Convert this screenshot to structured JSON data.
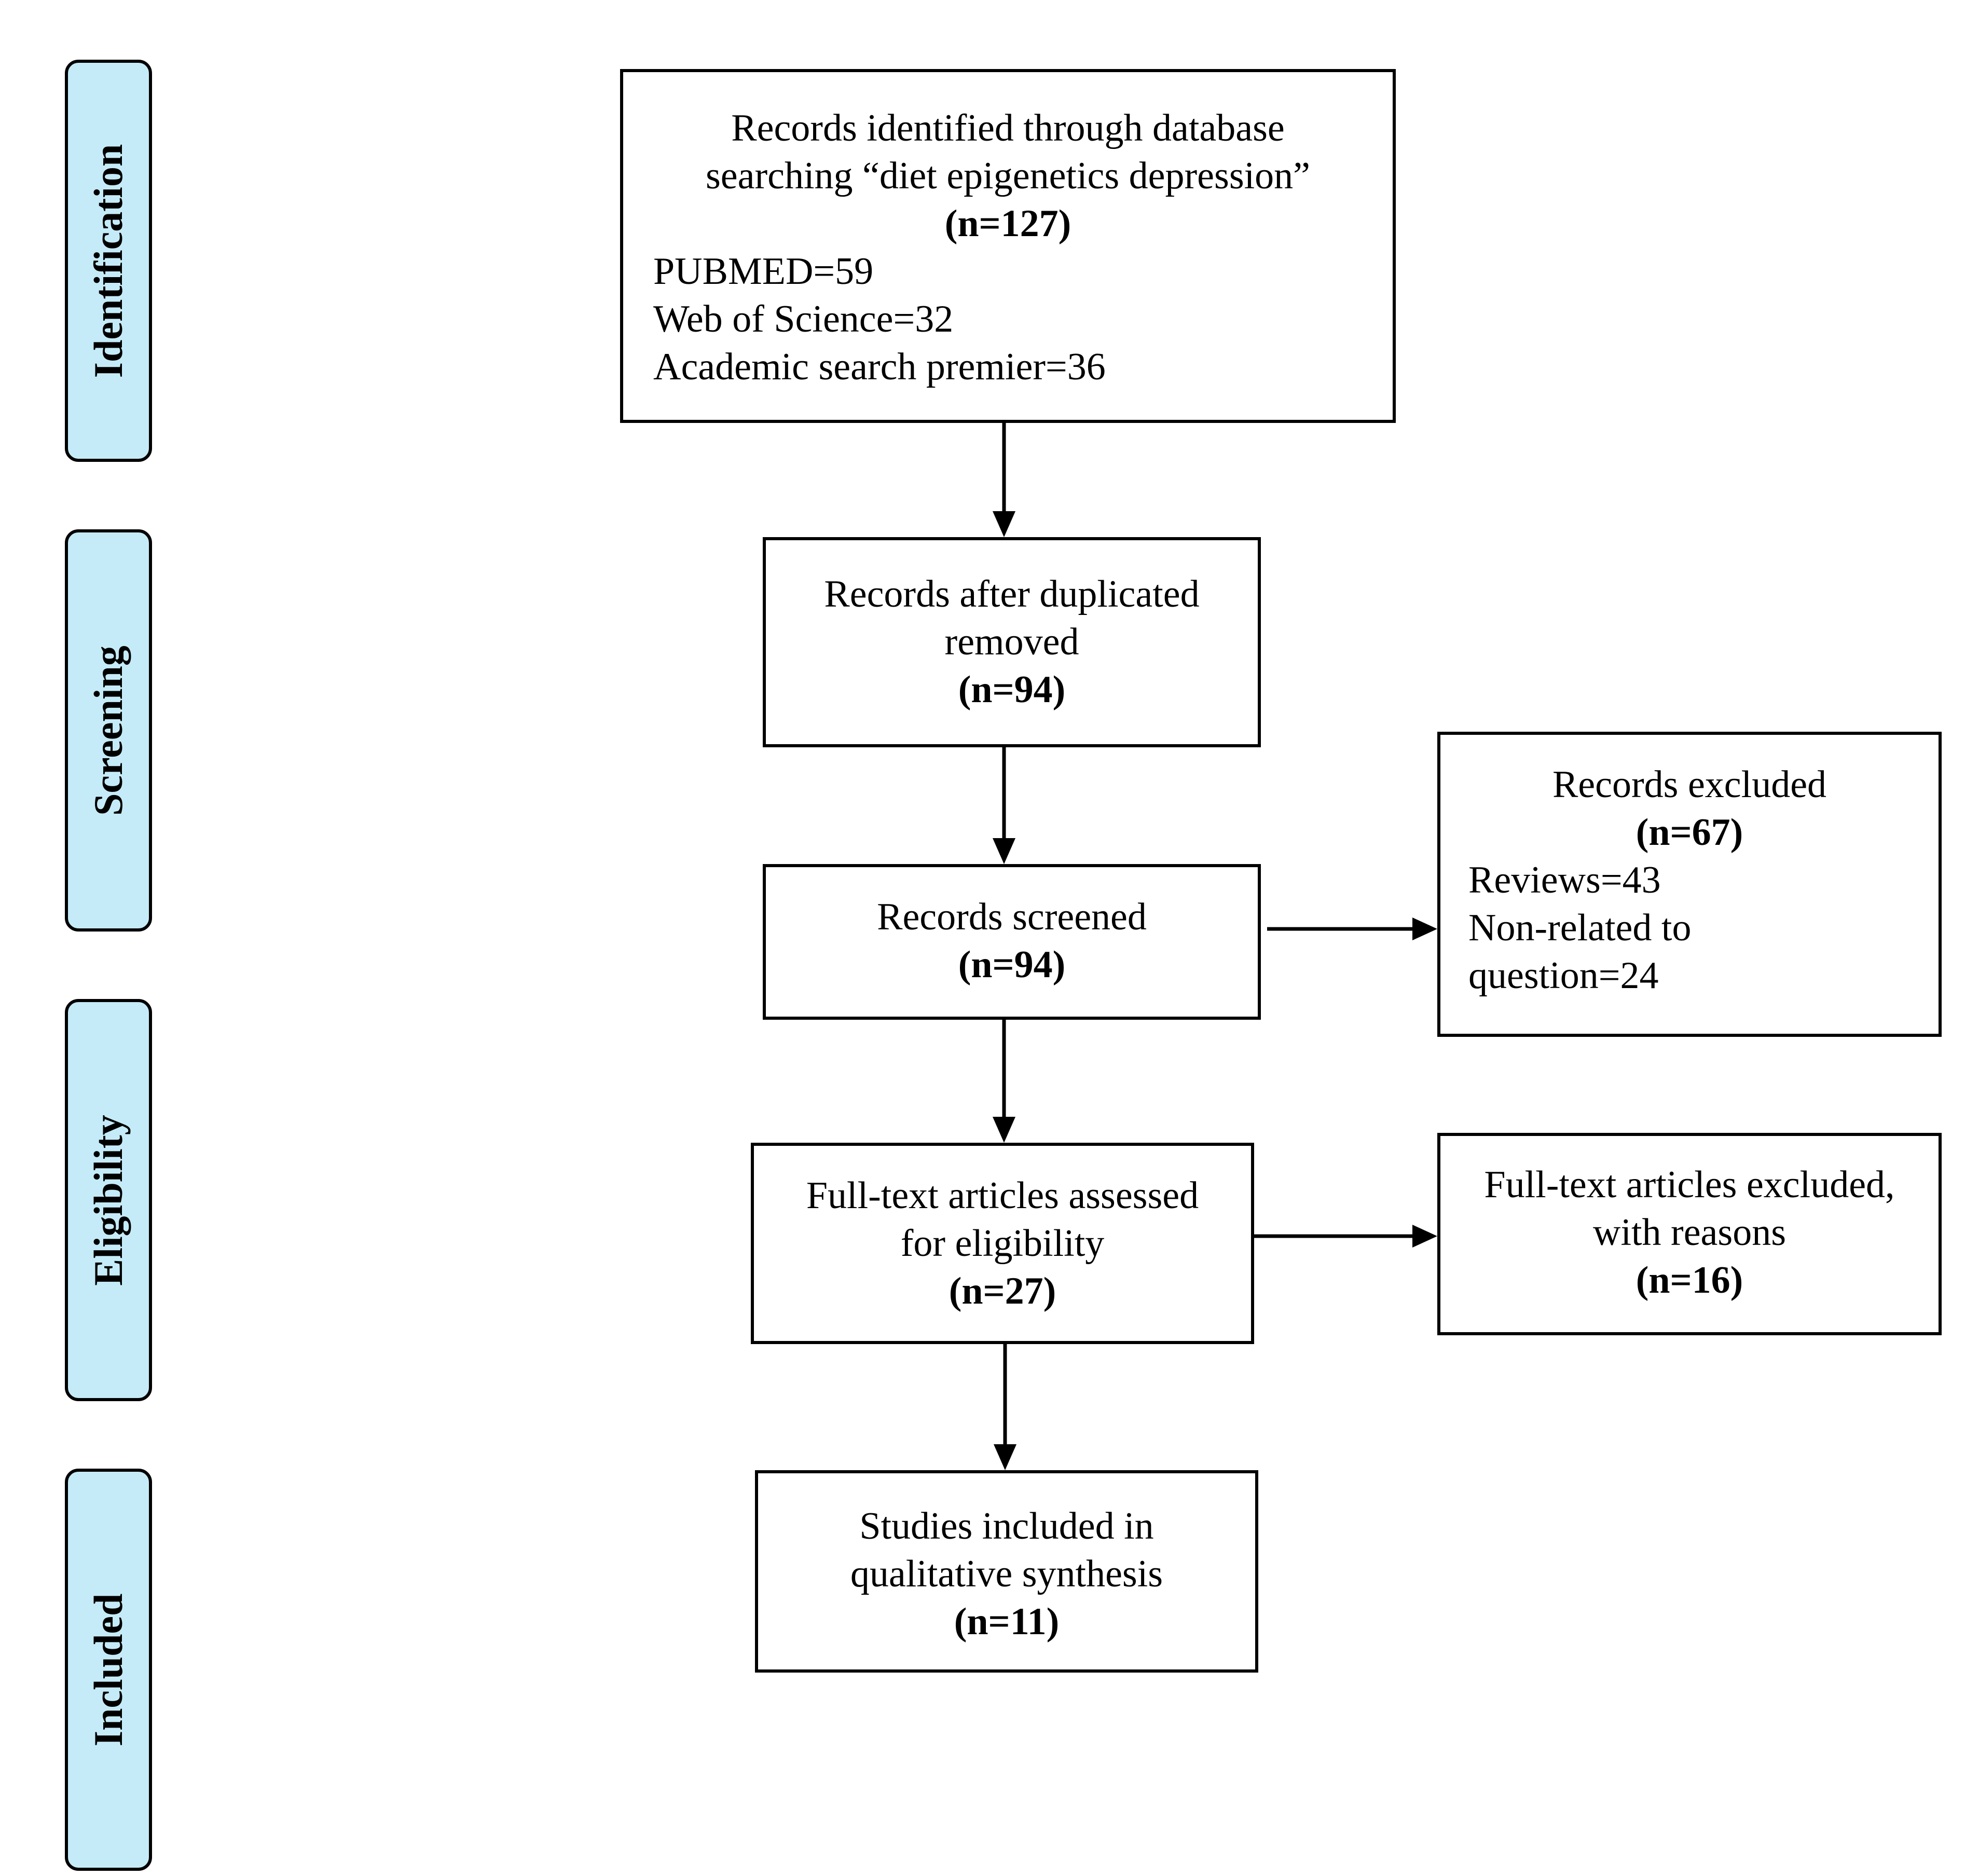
{
  "stages": {
    "identification": "Identification",
    "screening": "Screening",
    "eligibility": "Eligibility",
    "included": "Included"
  },
  "identified": {
    "line1": "Records identified through database",
    "line2": "searching “diet epigenetics depression”",
    "count": "(n=127)",
    "sources": [
      "PUBMED=59",
      "Web of Science=32",
      "Academic search premier=36"
    ]
  },
  "after_duplicates": {
    "line1": "Records after duplicated",
    "line2": "removed",
    "count": "(n=94)"
  },
  "screened": {
    "line1": "Records screened",
    "count": "(n=94)"
  },
  "excluded": {
    "line1": "Records excluded",
    "count": "(n=67)",
    "reasons": [
      "Reviews=43",
      "Non-related to",
      "question=24"
    ]
  },
  "eligibility": {
    "line1": "Full-text articles assessed",
    "line2": "for eligibility",
    "count": "(n=27)"
  },
  "fulltext_excluded": {
    "line1": "Full-text articles excluded,",
    "line2": "with reasons",
    "count": "(n=16)"
  },
  "included": {
    "line1": "Studies included in",
    "line2": "qualitative synthesis",
    "count": "(n=11)"
  },
  "colors": {
    "stage_fill": "#c5ebf8",
    "stroke": "#000000"
  }
}
